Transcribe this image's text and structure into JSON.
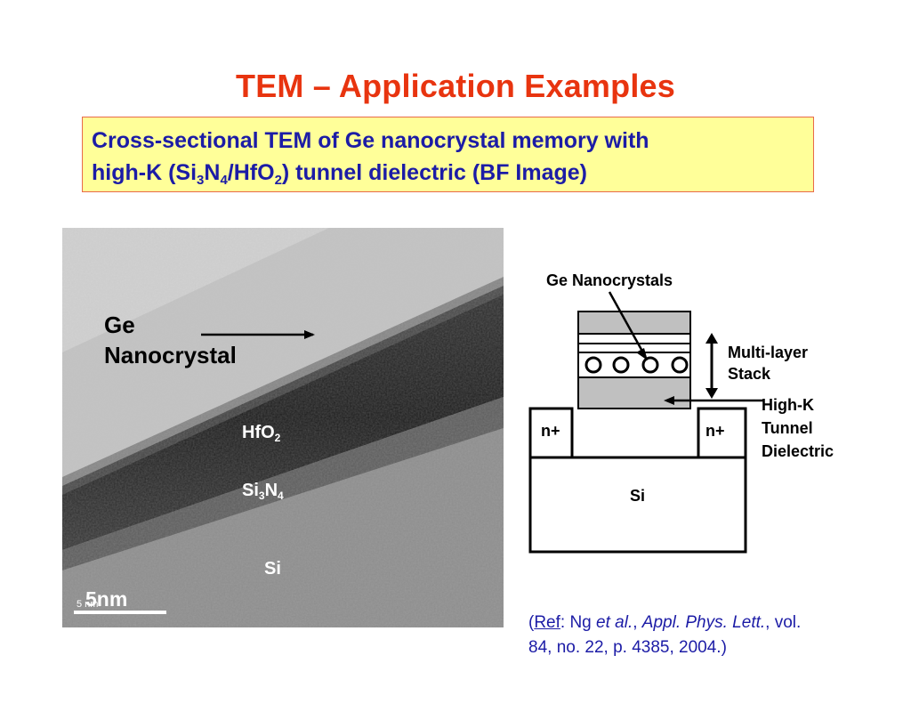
{
  "slide": {
    "title": "TEM – Application Examples",
    "subtitle": {
      "line1": "Cross-sectional TEM of Ge nanocrystal memory with",
      "line2_a": "high-K (Si",
      "line2_sub1": "3",
      "line2_b": "N",
      "line2_sub2": "4",
      "line2_c": "/HfO",
      "line2_sub3": "2",
      "line2_d": ") tunnel dielectric (BF Image)"
    }
  },
  "tem_image": {
    "ge_label_line1": "Ge",
    "ge_label_line2": "Nanocrystal",
    "hfo2_main": "HfO",
    "hfo2_sub": "2",
    "si3n4_a": "Si",
    "si3n4_sub1": "3",
    "si3n4_b": "N",
    "si3n4_sub2": "4",
    "si_label": "Si",
    "scale_label": "5nm",
    "scale_small": "5 nm"
  },
  "diagram": {
    "ge_nanocrystals": "Ge Nanocrystals",
    "multi_layer_1": "Multi-layer",
    "multi_layer_2": "Stack",
    "high_k_1": "High-K",
    "high_k_2": "Tunnel",
    "high_k_3": "Dielectric",
    "n_plus_left": "n+",
    "n_plus_right": "n+",
    "si": "Si"
  },
  "reference": {
    "open": "(",
    "ref_word": "Ref",
    "authors": ": Ng ",
    "etal": "et al.",
    "sep1": ", ",
    "journal": "Appl. Phys. Lett.",
    "vol": ", vol.",
    "line2": "84, no. 22, p. 4385, 2004.)"
  }
}
